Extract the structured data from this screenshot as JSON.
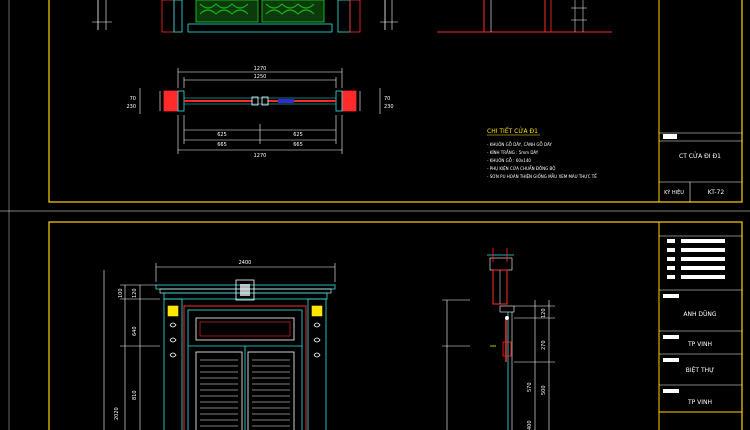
{
  "colors": {
    "background": "#000000",
    "frame": "#ffd200",
    "cyan": "#2ee6e6",
    "red": "#ff2a2a",
    "white": "#ffffff",
    "green": "#18b418",
    "yellow": "#ffe500"
  },
  "top_sheet": {
    "dimensions": {
      "overall_top": "1270",
      "inner_top": "1250",
      "left_half": "625",
      "right_half": "625",
      "left_lower": "665",
      "right_lower": "665",
      "overall_bottom": "1270",
      "left_side_a": "70",
      "left_side_b": "230",
      "right_side_a": "70",
      "right_side_b": "230"
    },
    "notes": {
      "title": "CHI TIẾT CỬA Đ1",
      "lines": [
        "- KHUÔN GỖ DÀY, CÁNH GỖ DÀY",
        "- KÍNH TRẮNG : 5mm DÀY",
        "- KHUÔN GỖ : 60x140",
        "- PHỤ KIỆN CỬA CHUẨN ĐỒNG BỘ",
        "- SƠN PU HOÀN THIỆN GIỐNG MẪU XEM MÀU THỰC TẾ"
      ]
    },
    "title_block": {
      "drawing_name": "CT CỬA ĐI Đ1",
      "label": "KÝ HIỆU",
      "code": "KT-72"
    }
  },
  "bottom_sheet": {
    "width_dim": "2400",
    "left_dims": [
      "2020",
      "810",
      "640",
      "100",
      "120"
    ],
    "right_dims": [
      "120",
      "270",
      "500",
      "570",
      "400"
    ],
    "title_block": {
      "owner": "ANH DŨNG",
      "location_1": "TP VINH",
      "project": "BIỆT THỰ",
      "location_2": "TP VINH"
    }
  }
}
